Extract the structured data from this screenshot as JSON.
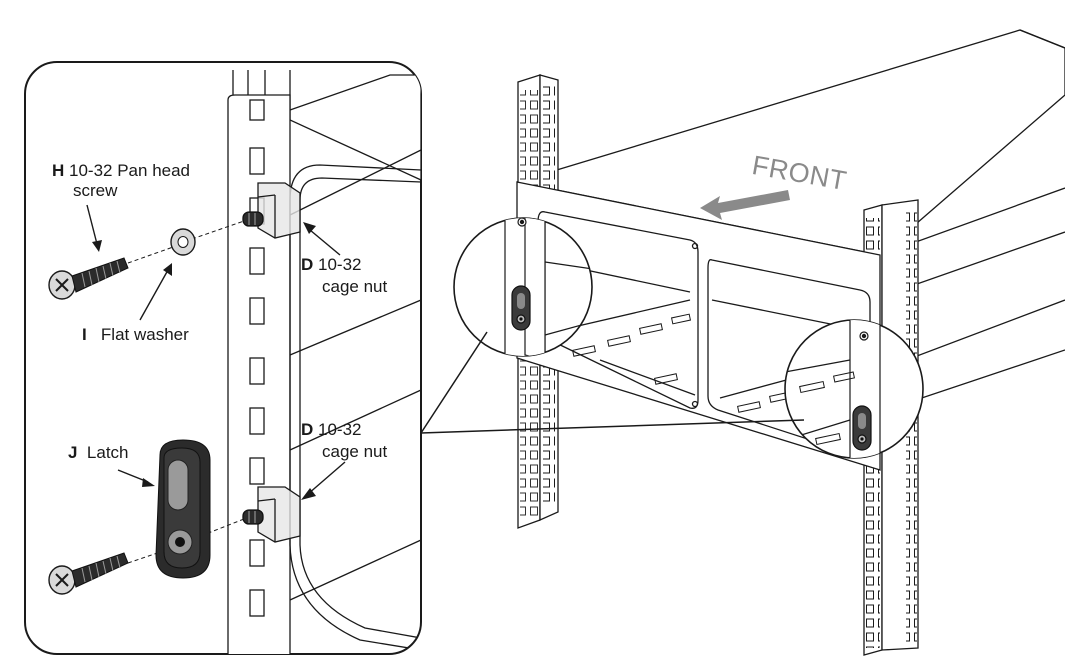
{
  "labels": {
    "screw": {
      "letter": "H",
      "line1": "10-32 Pan head",
      "line2": "screw"
    },
    "washer": {
      "letter": "I",
      "text": "Flat washer"
    },
    "latch": {
      "letter": "J",
      "text": "Latch"
    },
    "cage_nut_top": {
      "letter": "D",
      "line1": "10-32",
      "line2": "cage nut"
    },
    "cage_nut_bottom": {
      "letter": "D",
      "line1": "10-32",
      "line2": "cage nut"
    }
  },
  "front_label": "FRONT",
  "colors": {
    "line": "#1a1a1a",
    "accent_gray": "#8a8a8a",
    "part_dark": "#2b2b2b",
    "part_light": "#d9d9d9"
  },
  "icons": [
    "arrow-front-icon",
    "screw-icon",
    "washer-icon",
    "latch-icon",
    "cage-nut-icon"
  ]
}
